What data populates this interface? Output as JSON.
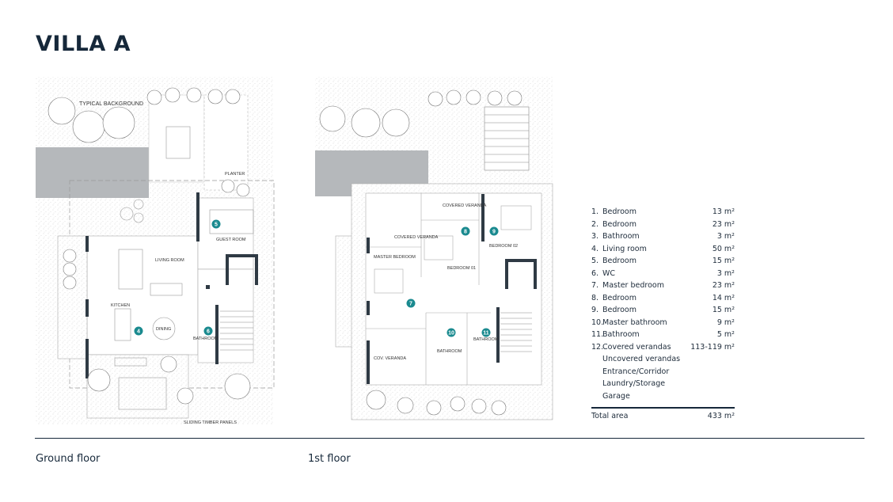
{
  "title": "VILLA A",
  "ground_floor": {
    "caption": "Ground floor",
    "labels": {
      "background": "TYPICAL BACKGROUND",
      "planter": "PLANTER",
      "guest_room": "GUEST ROOM",
      "living_room": "LIVING ROOM",
      "kitchen": "KITCHEN",
      "dining": "DINING",
      "bathroom": "BATHROOM",
      "sliding": "SLIDING TIMBER PANELS"
    },
    "markers": [
      "4",
      "5",
      "6"
    ]
  },
  "first_floor": {
    "caption": "1st floor",
    "labels": {
      "covered_veranda_top": "COVERED VERANDA",
      "covered_veranda_left": "COVERED VERANDA",
      "master_bedroom": "MASTER BEDROOM",
      "bedroom_01": "BEDROOM 01",
      "bedroom_02": "BEDROOM 02",
      "bathroom_a": "BATHROOM",
      "bathroom_b": "BATHROOM",
      "cov_veranda": "COV. VERANDA"
    },
    "markers": [
      "7",
      "8",
      "9",
      "10",
      "11"
    ]
  },
  "areas": {
    "rows": [
      {
        "num": "1.",
        "name": "Bedroom",
        "area": "13 m²"
      },
      {
        "num": "2.",
        "name": "Bedroom",
        "area": "23 m²"
      },
      {
        "num": "3.",
        "name": "Bathroom",
        "area": "3 m²"
      },
      {
        "num": "4.",
        "name": "Living room",
        "area": "50 m²"
      },
      {
        "num": "5.",
        "name": "Bedroom",
        "area": "15 m²"
      },
      {
        "num": "6.",
        "name": "WC",
        "area": "3 m²"
      },
      {
        "num": "7.",
        "name": "Master bedroom",
        "area": "23 m²"
      },
      {
        "num": "8.",
        "name": "Bedroom",
        "area": "14 m²"
      },
      {
        "num": "9.",
        "name": "Bedroom",
        "area": "15 m²"
      },
      {
        "num": "10.",
        "name": "Master bathroom",
        "area": "9 m²"
      },
      {
        "num": "11.",
        "name": "Bathroom",
        "area": "5 m²"
      },
      {
        "num": "12.",
        "name": "Covered verandas",
        "area": "113-119 m²"
      }
    ],
    "extra": [
      "Uncovered verandas",
      "Entrance/Corridor",
      "Laundry/Storage",
      "Garage"
    ],
    "total_label": "Total area",
    "total_value": "433 m²"
  },
  "colors": {
    "accent": "#1a8a8f",
    "text": "#16283a",
    "wall": "#2f3a44",
    "paving": "#b5b8bb"
  }
}
